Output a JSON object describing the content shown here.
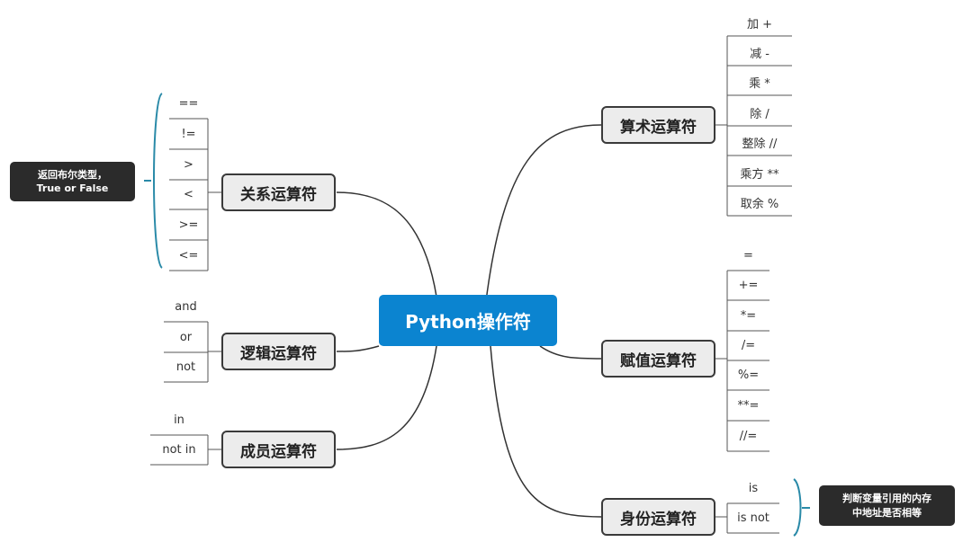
{
  "center": {
    "label": "Python操作符",
    "color": "#0b84d0"
  },
  "branches": [
    {
      "id": "arithmetic",
      "label": "算术运算符",
      "items": [
        "加 +",
        "减 -",
        "乘 *",
        "除 /",
        "整除 //",
        "乘方 **",
        "取余 %"
      ]
    },
    {
      "id": "assignment",
      "label": "赋值运算符",
      "items": [
        "=",
        "+=",
        "*=",
        "/=",
        "%=",
        "**=",
        "//="
      ]
    },
    {
      "id": "identity",
      "label": "身份运算符",
      "items": [
        "is",
        "is not"
      ],
      "note": "判断变量引用的内存中地址是否相等"
    },
    {
      "id": "comparison",
      "label": "关系运算符",
      "items": [
        "==",
        "!=",
        ">",
        "<",
        ">=",
        "<="
      ],
      "note": "返回布尔类型，True or False"
    },
    {
      "id": "logical",
      "label": "逻辑运算符",
      "items": [
        "and",
        "or",
        "not"
      ]
    },
    {
      "id": "membership",
      "label": "成员运算符",
      "items": [
        "in",
        "not in"
      ]
    }
  ],
  "notes": {
    "identity": [
      "判断变量引用的内存",
      "中地址是否相等"
    ],
    "comparison": [
      "返回布尔类型，",
      "True or False"
    ]
  }
}
